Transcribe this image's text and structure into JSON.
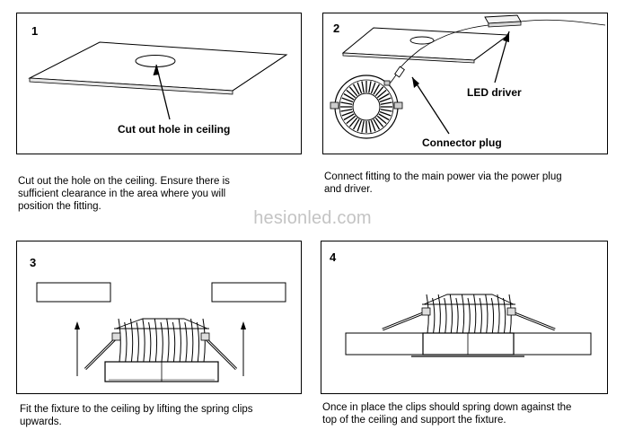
{
  "steps": [
    {
      "number": "1",
      "callouts": [
        "Cut out hole in ceiling"
      ],
      "caption": [
        "Cut out  the hole on the ceiling.  Ensure there is",
        "sufficient clearance in the area where you will",
        "position the fitting."
      ]
    },
    {
      "number": "2",
      "callouts": [
        "LED driver",
        "Connector plug"
      ],
      "caption": [
        "Connect fitting to the main power via the power plug",
        "and driver."
      ]
    },
    {
      "number": "3",
      "callouts": [],
      "caption": [
        "Fit the fixture to the ceiling by lifting the spring clips",
        "upwards."
      ]
    },
    {
      "number": "4",
      "callouts": [],
      "caption": [
        "Once in place the clips should spring down against the",
        "top of the ceiling and support the fixture."
      ]
    }
  ],
  "watermark": "hesionled.com"
}
